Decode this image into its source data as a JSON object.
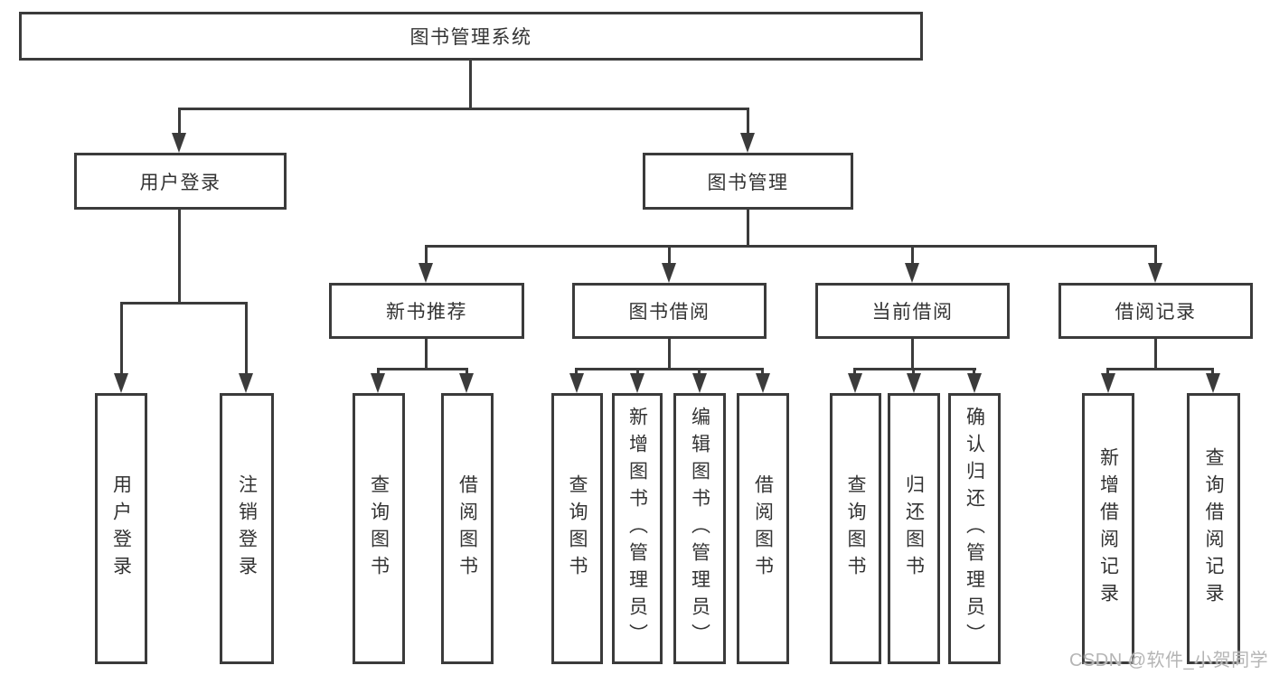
{
  "title": {
    "label": "图书管理系统"
  },
  "level2": {
    "user_login": "用户登录",
    "book_mgmt": "图书管理"
  },
  "level3": {
    "new_books": "新书推荐",
    "borrowing": "图书借阅",
    "current_borrow": "当前借阅",
    "borrow_records": "借阅记录"
  },
  "leaves": {
    "user_login": [
      "用户登录",
      "注销登录"
    ],
    "new_books": [
      "查询图书",
      "借阅图书"
    ],
    "borrowing": [
      "查询图书",
      "新增图书（管理员）",
      "编辑图书（管理员）",
      "借阅图书"
    ],
    "current_borrow": [
      "查询图书",
      "归还图书",
      "确认归还（管理员）"
    ],
    "borrow_records": [
      "新增借阅记录",
      "查询借阅记录"
    ]
  },
  "watermark": "CSDN @软件_小贺同学",
  "colors": {
    "line": "#3b3b3b",
    "text": "#333333",
    "background": "#ffffff",
    "watermark": "#b5b5b5"
  }
}
